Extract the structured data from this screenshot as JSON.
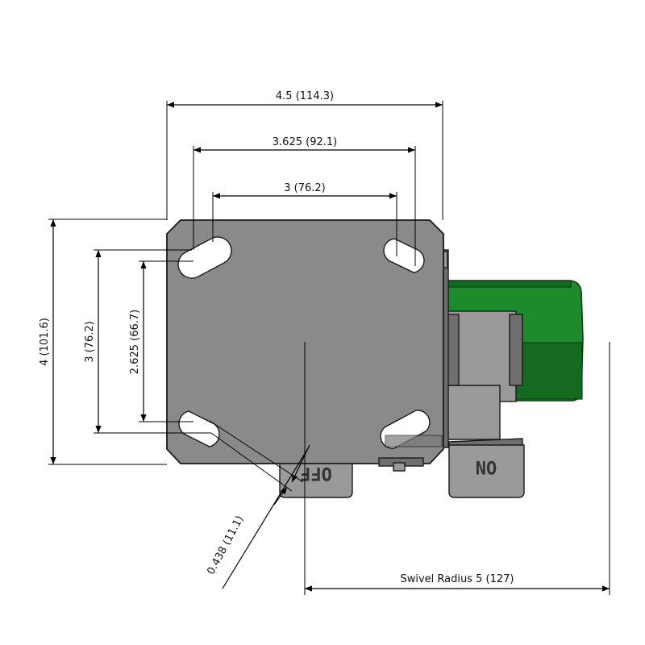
{
  "dimensions": {
    "overall_width": "4.5 (114.3)",
    "bolt_outer_width": "3.625 (92.1)",
    "bolt_inner_width": "3 (76.2)",
    "overall_height": "4 (101.6)",
    "bolt_outer_height": "3 (76.2)",
    "bolt_inner_height": "2.625 (66.7)",
    "slot_width": "0.438 (11.1)",
    "swivel_radius": "Swivel Radius 5 (127)"
  },
  "pedals": {
    "off_label": "OFF",
    "on_label": "ON"
  },
  "colors": {
    "plate": "#8a8a8a",
    "wheel": "#1d8a2c",
    "outline": "#1a1a1a"
  }
}
